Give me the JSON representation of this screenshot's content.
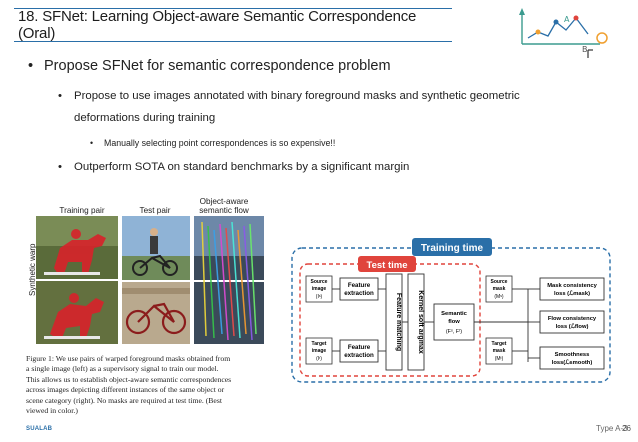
{
  "title": "18. SFNet: Learning Object-aware Semantic Correspondence (Oral)",
  "bullets": {
    "main": "Propose SFNet for semantic correspondence problem",
    "sub1_line1": "Propose to use images annotated with binary foreground masks and synthetic geometric",
    "sub1_line2": "deformations during training",
    "sub1_sub": "Manually selecting point correspondences is so expensive!!",
    "sub2": "Outperform SOTA on standard benchmarks by a significant margin"
  },
  "figure": {
    "head_training_pair": "Training pair",
    "head_test_pair": "Test pair",
    "head_flow_line1": "Object-aware",
    "head_flow_line2": "semantic flow",
    "side_label": "Synthetic warp",
    "caption_lines": [
      "Figure 1: We use pairs of warped foreground masks obtained from",
      "a single image (left) as a supervisory signal to train our model.",
      "This allows us to establish object-aware semantic correspondences",
      "across images depicting different instances of the same object or",
      "scene category (right). No masks are required at test time. (Best",
      "viewed in color.)"
    ]
  },
  "diagram": {
    "training_time": "Training time",
    "test_time": "Test time",
    "source_image": [
      "Source",
      "image",
      "(Iˢ)"
    ],
    "target_image": [
      "Target",
      "image",
      "(Iᵗ)"
    ],
    "feature_extraction": [
      "Feature",
      "extraction"
    ],
    "feature_matching": "Feature matching",
    "kernel_soft_argmax": "Kernel soft argmax",
    "semantic_flow": [
      "Semantic",
      "flow",
      "(Fˢ, Fᵗ)"
    ],
    "source_mask": [
      "Source",
      "mask",
      "(Mˢ)"
    ],
    "target_mask": [
      "Target",
      "mask",
      "(Mᵗ)"
    ],
    "mask_loss": [
      "Mask consistency",
      "loss (ℒmask)"
    ],
    "flow_loss": [
      "Flow consistency",
      "loss (ℒflow)"
    ],
    "smooth_loss": [
      "Smoothness",
      "loss(ℒsmooth)"
    ]
  },
  "footer": {
    "brand": "SUALAB",
    "type": "Type A-3",
    "page": "26"
  },
  "colors": {
    "accent_blue": "#2a6fa8",
    "test_red": "#e0443c",
    "horse_red": "#d8222a"
  }
}
